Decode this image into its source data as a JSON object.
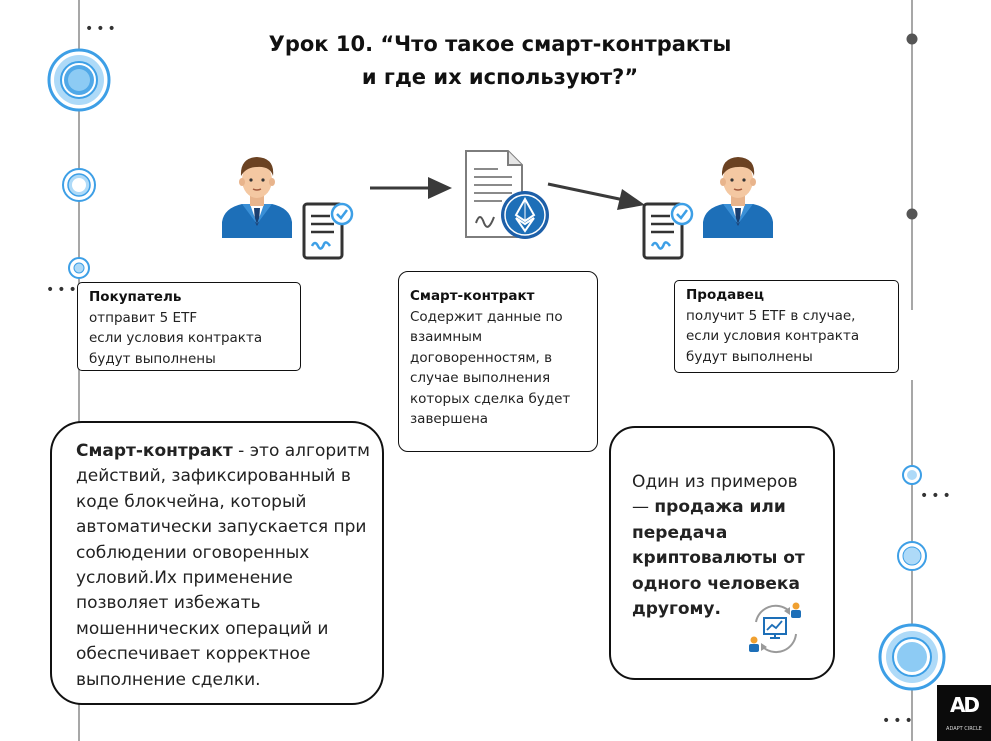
{
  "title": {
    "line1": "Урок 10. “Что такое смарт-контракты",
    "line2": "и где их используют?”"
  },
  "buyer": {
    "heading": "Покупатель",
    "lines": [
      "отправит 5 ETF",
      "если условия контракта",
      "будут выполнены"
    ]
  },
  "contract": {
    "heading": "Смарт-контракт",
    "lines": [
      "Содержит данные по",
      "взаимным",
      "договоренностям, в",
      "случае выполнения",
      "которых сделка будет",
      "завершена"
    ]
  },
  "seller": {
    "heading": "Продавец",
    "lines": [
      "получит 5 ETF в случае,",
      "если условия контракта",
      "будут выполнены"
    ]
  },
  "definition": {
    "term": "Смарт-контракт",
    "first_rest": " - это алгоритм",
    "lines": [
      "действий, зафиксированный в",
      "коде блокчейна, который",
      "автоматически запускается при",
      "соблюдении оговоренных",
      "условий.Их применение",
      "позволяет избежать",
      "мошеннических операций и",
      "обеспечивает корректное",
      "выполнение сделки."
    ]
  },
  "example": {
    "line1": "Один из примеров",
    "line2_prefix": "— ",
    "line2_bold": "продажа или",
    "bold_lines": [
      "передача",
      "криптовалюты от",
      "одного человека",
      "другому."
    ]
  },
  "logo": {
    "mark": "AD",
    "caption": "ADAPT CIRCLE"
  },
  "decor_dots": "•••",
  "icons": [
    "buyer-person-icon",
    "document-check-icon",
    "ethereum-contract-icon",
    "seller-person-icon",
    "crypto-exchange-icon"
  ],
  "colors": {
    "accent_blue": "#3d9fe6",
    "light_blue": "#aedaf8",
    "line_gray": "#7d7d7d",
    "suit_blue": "#1d6fb8",
    "border": "#111111"
  }
}
